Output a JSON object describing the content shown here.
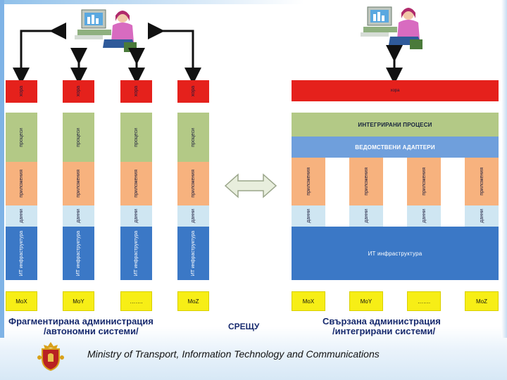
{
  "left_columns": [
    {
      "people": "хора",
      "processes": "процеси",
      "apps": "приложения",
      "data": "данни",
      "infra": "ИТ инфраструктура",
      "unit": "MoX"
    },
    {
      "people": "хора",
      "processes": "процеси",
      "apps": "приложения",
      "data": "данни",
      "infra": "ИТ инфраструктура",
      "unit": "MoY"
    },
    {
      "people": "хора",
      "processes": "процеси",
      "apps": "приложения",
      "data": "данни",
      "infra": "ИТ инфраструктура",
      "unit": "……."
    },
    {
      "people": "хора",
      "processes": "процеси",
      "apps": "приложения",
      "data": "данни",
      "infra": "ИТ инфраструктура",
      "unit": "MoZ"
    }
  ],
  "right": {
    "people": "хора",
    "processes": "ИНТЕГРИРАНИ ПРОЦЕСИ",
    "adapters": "ВЕДОМСТВЕНИ АДАПТЕРИ",
    "apps": "приложения",
    "data": "данни",
    "infra": "ИТ инфраструктура",
    "units": [
      "MoX",
      "MoY",
      "…….",
      "MoZ"
    ]
  },
  "captions": {
    "left_line1": "Фрагментирана администрация",
    "left_line2": "/автономни системи/",
    "versus": "СРЕЩУ",
    "right_line1": "Свързана администрация",
    "right_line2": "/интегрирани системи/"
  },
  "footer": "Ministry of Transport, Information Technology and Communications",
  "colors": {
    "people": "#e5211c",
    "processes": "#b3c986",
    "adapters": "#6f9fdc",
    "apps": "#f7b27e",
    "data": "#cfe6f2",
    "infra": "#3b78c6",
    "unit": "#f7ee16",
    "caption": "#172a6e"
  },
  "icons": [
    "user-at-computer-icon",
    "double-arrow-icon",
    "coat-of-arms-icon"
  ]
}
